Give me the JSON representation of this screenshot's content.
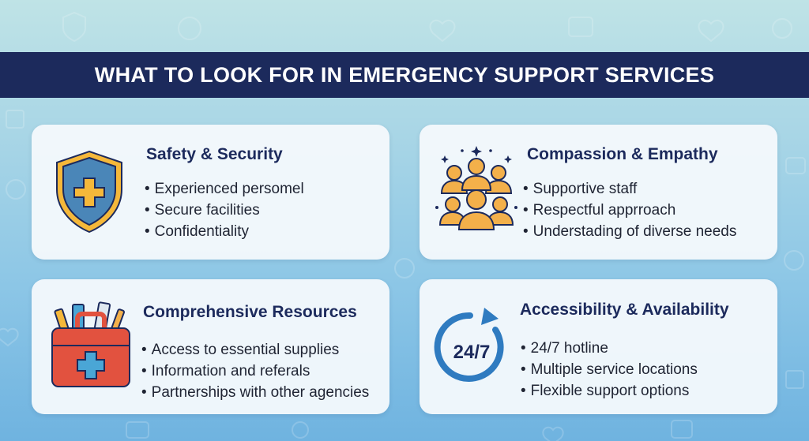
{
  "page": {
    "title": "WHAT TO LOOK FOR IN EMERGENCY SUPPORT SERVICES"
  },
  "cards": [
    {
      "title": "Safety & Security",
      "icon": "shield-cross-icon",
      "items": [
        "Experienced persomel",
        "Secure facilities",
        "Confidentiality"
      ]
    },
    {
      "title": "Compassion & Empathy",
      "icon": "people-group-icon",
      "items": [
        "Supportive staff",
        "Respectful apprroach",
        "Understading of diverse needs"
      ]
    },
    {
      "title": "Comprehensive Resources",
      "icon": "first-aid-kit-icon",
      "items": [
        "Access to essential supplies",
        "Information and referals",
        "Partnerships with other agencies"
      ]
    },
    {
      "title": "Accessibility & Availability",
      "icon": "clock-24-7-icon",
      "icon_text": "24/7",
      "items": [
        "24/7 hotline",
        "Multiple service locations",
        "Flexible support options"
      ]
    }
  ],
  "colors": {
    "banner": "#1c2a5c",
    "title_text": "#1c2a5c",
    "shield_fill": "#4a86b8",
    "shield_border": "#f5b83a",
    "people": "#f3b04a",
    "kit_red": "#e2523f",
    "cross_blue": "#4aa6d6",
    "clock_blue": "#2f7bc0"
  }
}
